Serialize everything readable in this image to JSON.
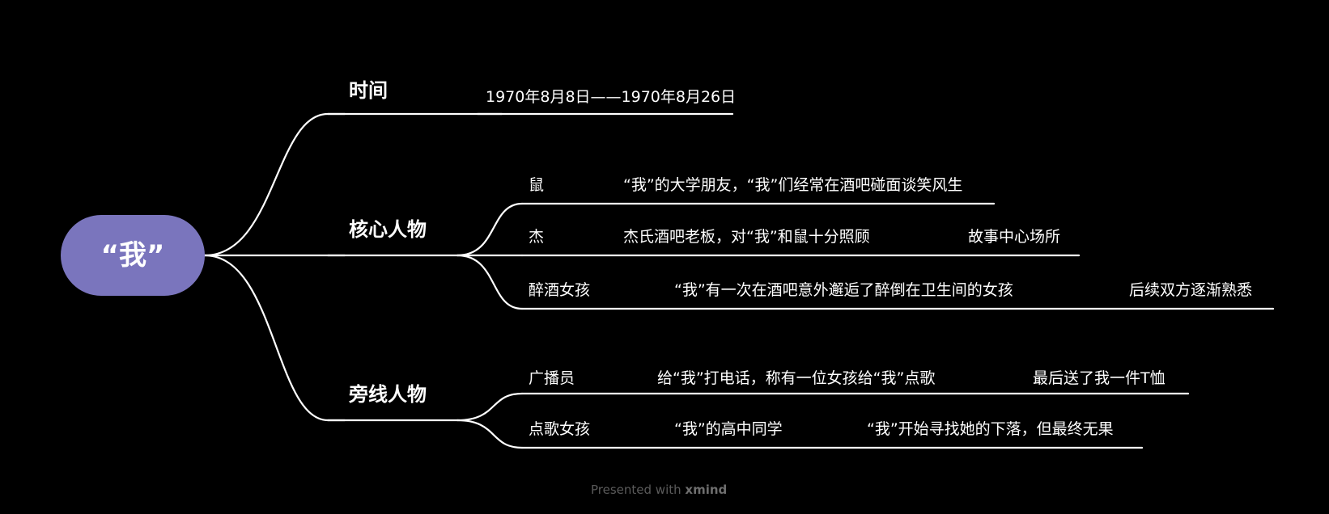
{
  "root": {
    "label": "“我”",
    "color": "#7a75bd"
  },
  "branches": [
    {
      "label": "时间",
      "items": [
        {
          "cells": [
            "1970年8月8日——1970年8月26日"
          ]
        }
      ]
    },
    {
      "label": "核心人物",
      "items": [
        {
          "cells": [
            "鼠",
            "“我”的大学朋友，“我”们经常在酒吧碰面谈笑风生"
          ]
        },
        {
          "cells": [
            "杰",
            "杰氏酒吧老板，对“我”和鼠十分照顾",
            "故事中心场所"
          ]
        },
        {
          "cells": [
            "醉酒女孩",
            "“我”有一次在酒吧意外邂逅了醉倒在卫生间的女孩",
            "后续双方逐渐熟悉"
          ]
        }
      ]
    },
    {
      "label": "旁线人物",
      "items": [
        {
          "cells": [
            "广播员",
            "给“我”打电话，称有一位女孩给“我”点歌",
            "最后送了我一件T恤"
          ]
        },
        {
          "cells": [
            "点歌女孩",
            "“我”的高中同学",
            "“我”开始寻找她的下落，但最终无果"
          ]
        }
      ]
    }
  ],
  "footer": {
    "prefix": "Presented with",
    "brand": "xmind"
  }
}
